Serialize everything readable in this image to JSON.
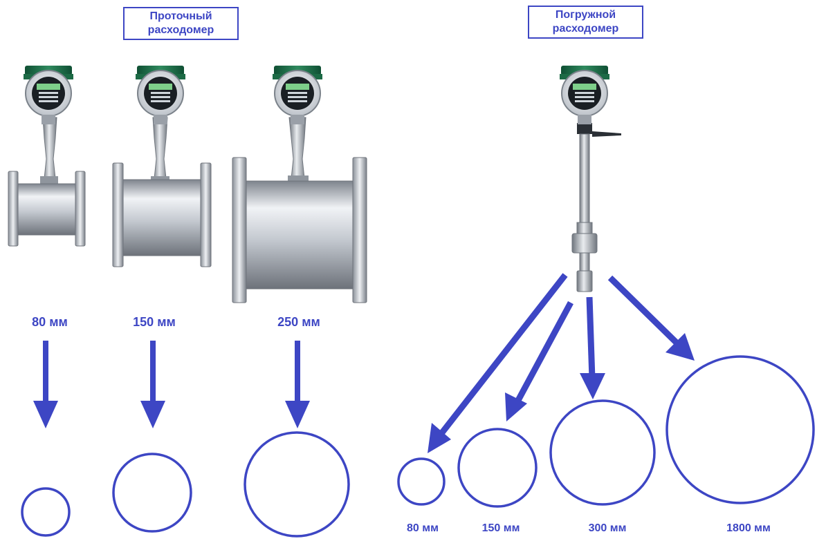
{
  "flow_section": {
    "title_line1": "Проточный",
    "title_line2": "расходомер",
    "sizes": [
      "80 мм",
      "150 мм",
      "250 мм"
    ]
  },
  "insertion_section": {
    "title_line1": "Погружной",
    "title_line2": "расходомер",
    "sizes": [
      "80 мм",
      "150 мм",
      "300 мм",
      "1800 мм"
    ]
  },
  "colors": {
    "accent": "#3d46c4",
    "housing_green": "#1f6e4a",
    "metal": "#b9bec6"
  }
}
